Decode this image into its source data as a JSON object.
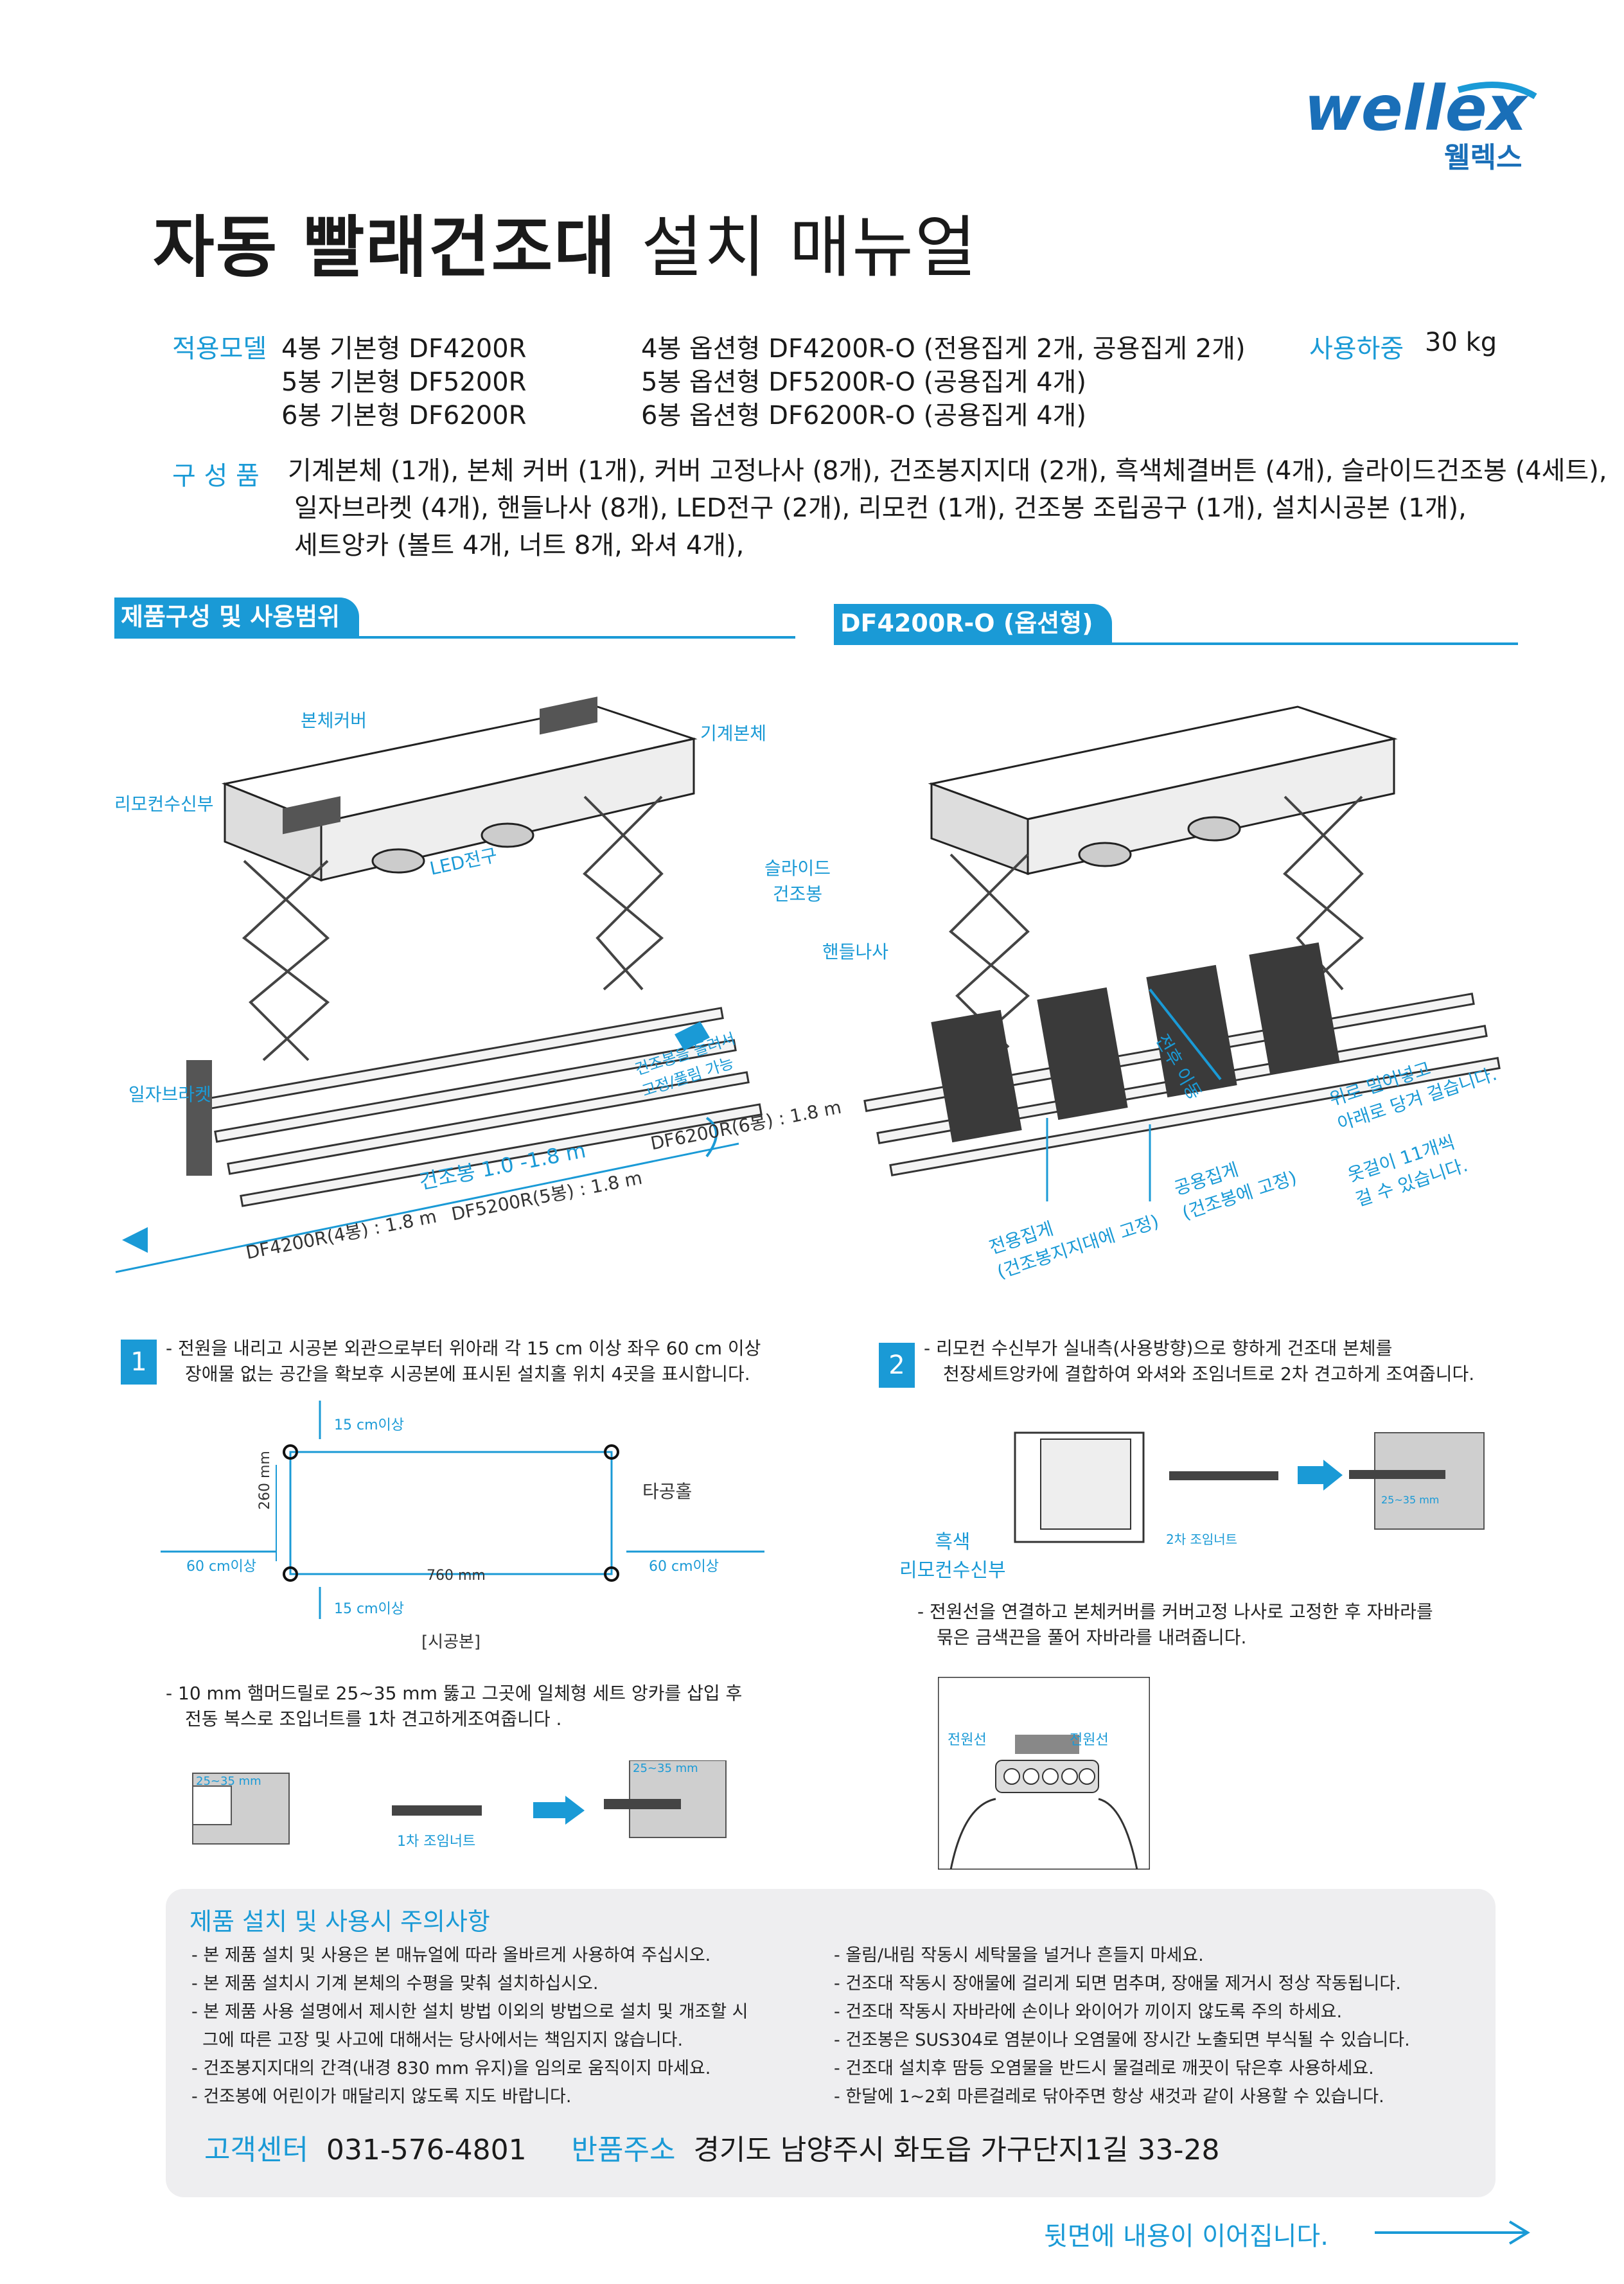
{
  "brand": {
    "logo_text": "wellex",
    "logo_korean": "웰렉스",
    "color": "#1a9ad6"
  },
  "title": {
    "bold": "자동 빨래건조대",
    "light": "설치 매뉴얼"
  },
  "specs": {
    "model_label": "적용모델",
    "basic_models": [
      "4봉 기본형 DF4200R",
      "5봉 기본형 DF5200R",
      "6봉 기본형 DF6200R"
    ],
    "option_models": [
      "4봉 옵션형 DF4200R-O (전용집게 2개, 공용집게 2개)",
      "5봉 옵션형 DF5200R-O (공용집게 4개)",
      "6봉 옵션형 DF6200R-O (공용집게 4개)"
    ],
    "load_label": "사용하중",
    "load_value": "30 kg"
  },
  "components": {
    "label": "구 성 품",
    "lines": [
      "기계본체 (1개), 본체 커버 (1개), 커버 고정나사 (8개), 건조봉지지대 (2개), 흑색체결버튼 (4개), 슬라이드건조봉 (4세트),",
      "일자브라켓 (4개), 핸들나사 (8개), LED전구 (2개), 리모컨 (1개), 건조봉 조립공구 (1개), 설치시공본 (1개),",
      "세트앙카 (볼트 4개, 너트 8개, 와셔 4개),"
    ]
  },
  "sections": {
    "left_tab": "제품구성 및 사용범위",
    "right_tab": "DF4200R-O (옵션형)"
  },
  "diagram_left": {
    "cover": "본체커버",
    "body": "기계본체",
    "remote": "리모컨수신부",
    "led": "LED전구",
    "slide_rod": "슬라이드\n건조봉",
    "slide_rod_1": "슬라이드",
    "slide_rod_2": "건조봉",
    "handle": "핸들나사",
    "bracket": "일자브라켓",
    "rotate_1": "건조봉을 돌려서",
    "rotate_2": "고정/풀림 가능",
    "rod_range": "건조봉 1.0 -1.8 m",
    "df4200": "DF4200R(4봉) : 1.8 m",
    "df5200": "DF5200R(5봉) : 1.8 m",
    "df6200": "DF6200R(6봉) : 1.8 m"
  },
  "diagram_right": {
    "distance": "전후 이동",
    "dedicated_1": "전용집게",
    "dedicated_2": "(건조봉지지대에 고정)",
    "common_1": "공용집게",
    "common_2": "(건조봉에 고정)",
    "push_1": "위로 밀어넣고",
    "push_2": "아래로 당겨 걸습니다.",
    "hang_1": "옷걸이 11개씩",
    "hang_2": "걸 수 있습니다."
  },
  "step1": {
    "num": "1",
    "text_1": "- 전원을 내리고 시공본 외관으로부터 위아래 각 15 cm 이상 좌우 60 cm 이상",
    "text_2": "장애물 없는 공간을 확보후 시공본에 표시된  설치홀 위치 4곳을 표시합니다.",
    "top_clear": "15 cm이상",
    "bottom_clear": "15 cm이상",
    "left_clear": "60 cm이상",
    "right_clear": "60 cm이상",
    "height": "260 mm",
    "width": "760 mm",
    "hole": "타공홀",
    "template": "[시공본]",
    "drill_1": "- 10 mm 햄머드릴로 25~35  mm 뚫고 그곳에 일체형 세트 앙카를 삽입 후",
    "drill_2": "전동 복스로 조입너트를 1차 견고하게조여줍니다 .",
    "depth_a": "25~35 mm",
    "depth_b": "25~35 mm",
    "nut1": "1차 조임너트"
  },
  "step2": {
    "num": "2",
    "text_1": "- 리모컨 수신부가 실내측(사용방향)으로 향하게 건조대 본체를",
    "text_2": "천장세트앙카에 결합하여 와셔와 조임너트로 2차 견고하게 조여줍니다.",
    "black_1": "흑색",
    "black_2": "리모컨수신부",
    "nut2": "2차 조임너트",
    "depth": "25~35 mm",
    "wire_1": "- 전원선을 연결하고 본체커버를 커버고정 나사로 고정한 후 자바라를",
    "wire_2": "묶은 금색끈을 풀어 자바라를 내려줍니다.",
    "power_l": "전원선",
    "power_r": "전원선"
  },
  "notes": {
    "title": "제품 설치 및 사용시 주의사항",
    "left": [
      "- 본 제품 설치 및 사용은 본 매뉴얼에 따라 올바르게 사용하여 주십시오.",
      "- 본 제품 설치시 기계 본체의 수평을 맞춰 설치하십시오.",
      "- 본 제품 사용 설명에서 제시한 설치 방법 이외의 방법으로 설치 및 개조할 시",
      "  그에 따른 고장 및 사고에 대해서는 당사에서는 책임지지 않습니다.",
      "- 건조봉지지대의 간격(내경 830 mm 유지)을 임의로 움직이지 마세요.",
      "- 건조봉에 어린이가 매달리지 않도록 지도 바랍니다."
    ],
    "right": [
      "- 올림/내림 작동시 세탁물을 널거나 흔들지 마세요.",
      "- 건조대 작동시 장애물에 걸리게 되면 멈추며, 장애물 제거시 정상 작동됩니다.",
      "- 건조대 작동시 자바라에 손이나 와이어가 끼이지 않도록 주의 하세요.",
      "- 건조봉은 SUS304로 염분이나 오염물에 장시간 노출되면 부식될 수 있습니다.",
      "- 건조대 설치후 땀등 오염물을 반드시 물걸레로 깨끗이 닦은후 사용하세요.",
      "- 한달에 1~2회 마른걸레로 닦아주면 항상 새것과 같이 사용할 수 있습니다."
    ]
  },
  "footer": {
    "cs_label": "고객센터",
    "cs_phone": "031-576-4801",
    "return_label": "반품주소",
    "return_addr": "경기도 남양주시 화도읍 가구단지1길 33-28",
    "continue": "뒷면에 내용이 이어집니다."
  }
}
